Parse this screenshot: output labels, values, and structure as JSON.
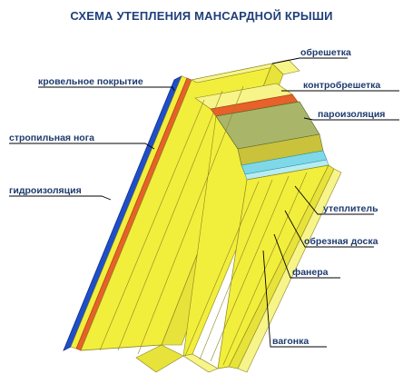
{
  "title": "СХЕМА УТЕПЛЕНИЯ МАНСАРДНОЙ КРЫШИ",
  "labels": {
    "obreshetka": "обрешетка",
    "krovelnoe": "кровельное покрытие",
    "kontrobreshetka": "контробрешетка",
    "parоizolyaciya": "пароизоляция",
    "stropilnaya": "стропильная нога",
    "gidroizolyaciya": "гидроизоляция",
    "uteplitel": "утеплитель",
    "obreznaya": "обрезная доска",
    "fanera": "фанера",
    "vagonka": "вагонка"
  },
  "colors": {
    "roofing_blue": "#1f4fc8",
    "wood_yellow": "#f2ee3c",
    "wood_light": "#f7f48a",
    "wood_dark": "#c9c23a",
    "membrane_red": "#e8602a",
    "vapor_cyan": "#7fd8e8",
    "insulation_green": "#a9b66a",
    "text_blue": "#1e3a6e"
  }
}
